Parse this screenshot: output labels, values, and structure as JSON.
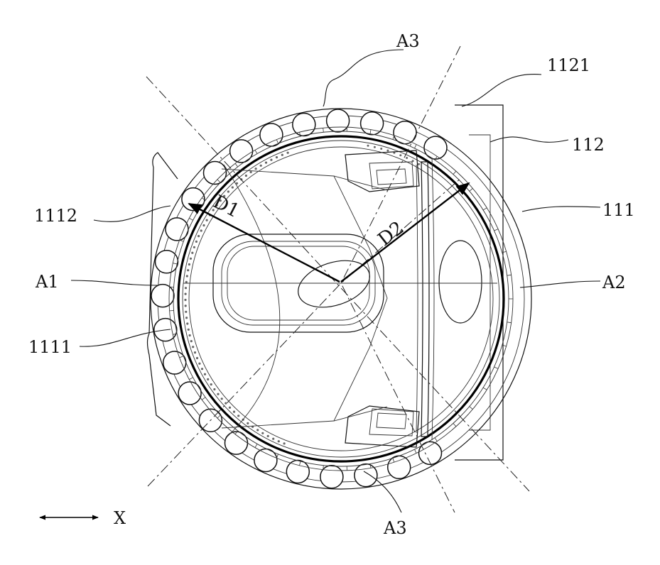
{
  "figure": {
    "labels": {
      "a3_top": "A3",
      "a3_bottom": "A3",
      "l1121": "1121",
      "l112": "112",
      "l111": "111",
      "l1112": "1112",
      "l1111": "1111",
      "a1": "A1",
      "a2": "A2",
      "d1": "D1",
      "d2": "D2",
      "x_axis": "X"
    }
  }
}
